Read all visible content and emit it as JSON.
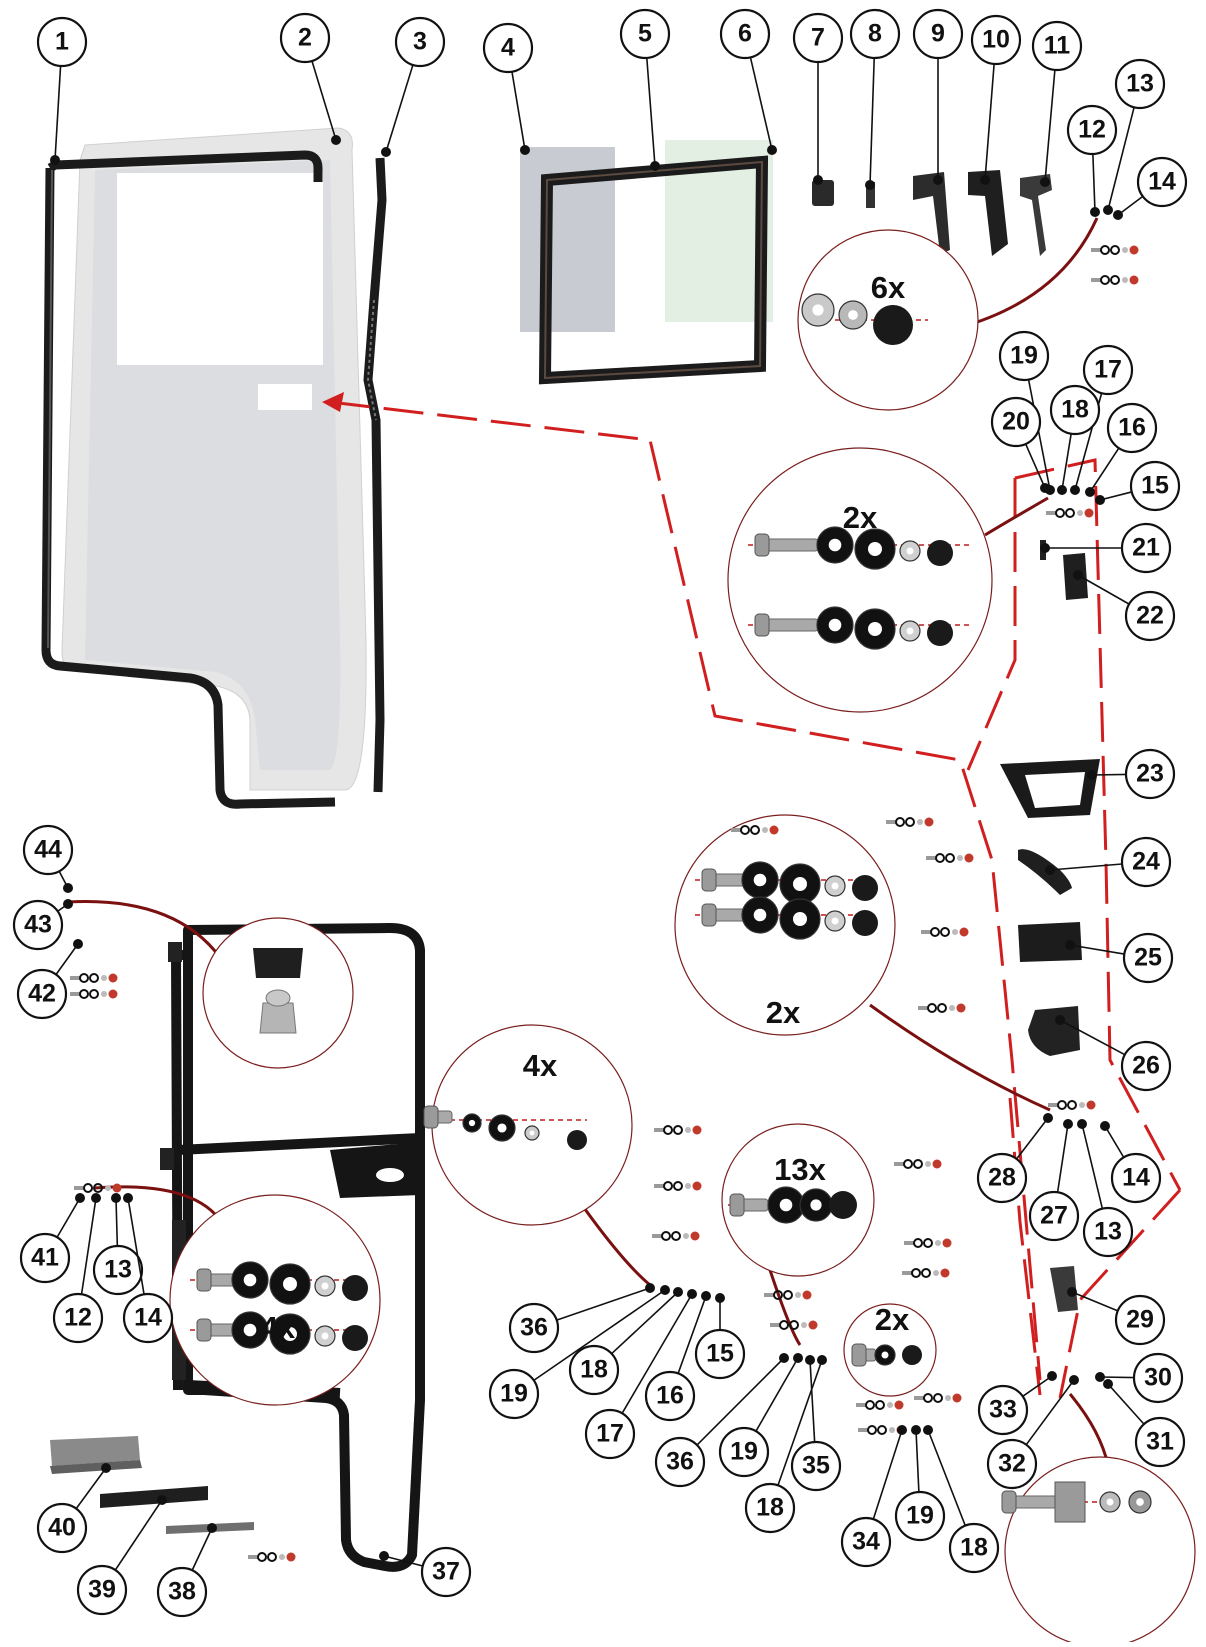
{
  "callouts": [
    {
      "label": "1"
    },
    {
      "label": "2"
    },
    {
      "label": "3"
    },
    {
      "label": "4"
    },
    {
      "label": "5"
    },
    {
      "label": "6"
    },
    {
      "label": "7"
    },
    {
      "label": "8"
    },
    {
      "label": "9"
    },
    {
      "label": "10"
    },
    {
      "label": "11"
    },
    {
      "label": "12"
    },
    {
      "label": "13"
    },
    {
      "label": "14"
    },
    {
      "label": "19"
    },
    {
      "label": "17"
    },
    {
      "label": "18"
    },
    {
      "label": "20"
    },
    {
      "label": "16"
    },
    {
      "label": "15"
    },
    {
      "label": "21"
    },
    {
      "label": "22"
    },
    {
      "label": "23"
    },
    {
      "label": "24"
    },
    {
      "label": "25"
    },
    {
      "label": "26"
    },
    {
      "label": "28"
    },
    {
      "label": "27"
    },
    {
      "label": "13"
    },
    {
      "label": "14"
    },
    {
      "label": "29"
    },
    {
      "label": "30"
    },
    {
      "label": "33"
    },
    {
      "label": "31"
    },
    {
      "label": "32"
    },
    {
      "label": "44"
    },
    {
      "label": "43"
    },
    {
      "label": "42"
    },
    {
      "label": "41"
    },
    {
      "label": "12"
    },
    {
      "label": "13"
    },
    {
      "label": "14"
    },
    {
      "label": "36"
    },
    {
      "label": "19"
    },
    {
      "label": "18"
    },
    {
      "label": "17"
    },
    {
      "label": "16"
    },
    {
      "label": "15"
    },
    {
      "label": "36"
    },
    {
      "label": "19"
    },
    {
      "label": "35"
    },
    {
      "label": "18"
    },
    {
      "label": "34"
    },
    {
      "label": "19"
    },
    {
      "label": "18"
    },
    {
      "label": "40"
    },
    {
      "label": "39"
    },
    {
      "label": "38"
    },
    {
      "label": "37"
    }
  ],
  "details": [
    {
      "multiplier": "6x"
    },
    {
      "multiplier": "2x"
    },
    {
      "multiplier": "2x"
    },
    {
      "multiplier": "4x"
    },
    {
      "multiplier": "13x"
    },
    {
      "multiplier": "2x"
    },
    {
      "multiplier": "4x"
    },
    {
      "multiplier": ""
    },
    {
      "multiplier": ""
    }
  ],
  "colors": {
    "callout_stroke": "#111111",
    "assembly_path": "#d11f1f",
    "detail_leader": "#7a1010",
    "panel_fill": "#dcdcdc",
    "seal": "#1b1b1b"
  }
}
